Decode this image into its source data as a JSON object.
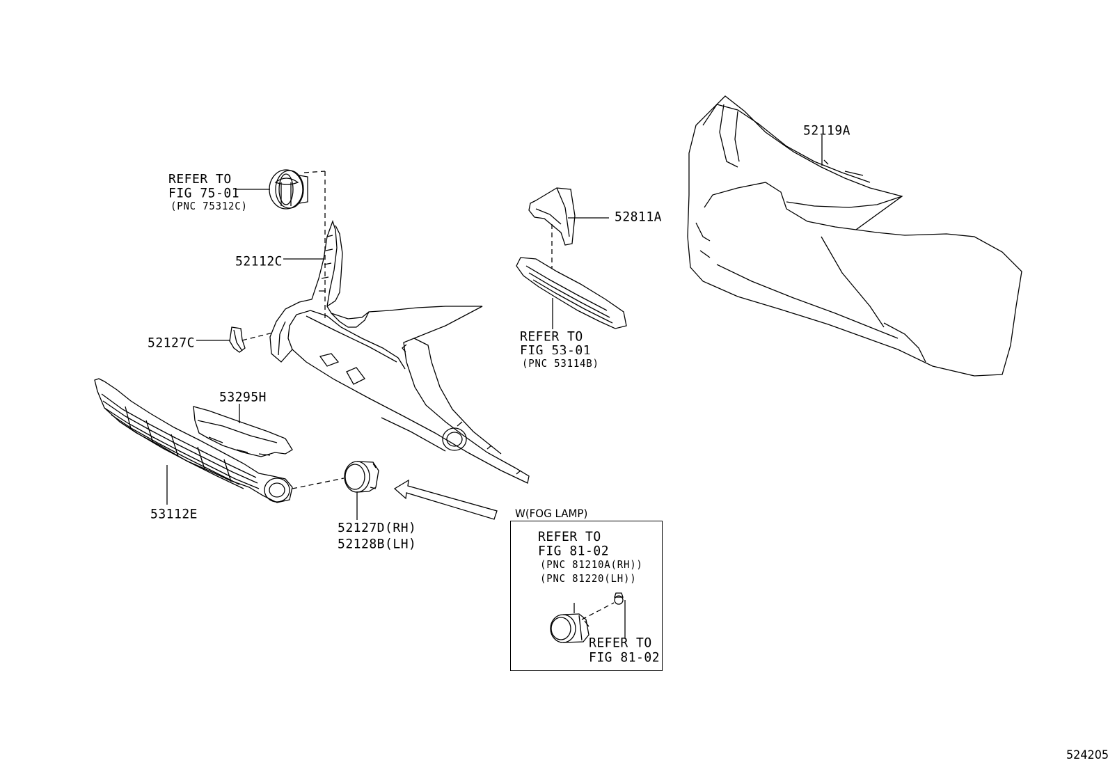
{
  "parts": {
    "p52112C": "52112C",
    "p52127C": "52127C",
    "p53295H": "53295H",
    "p53112E": "53112E",
    "p52127D": "52127D(RH)",
    "p52128B": "52128B(LH)",
    "p52811A": "52811A",
    "p52119A": "52119A"
  },
  "refs": {
    "emblem": {
      "l1": "REFER TO",
      "l2": "FIG 75-01",
      "l3": "(PNC 75312C)"
    },
    "grille": {
      "l1": "REFER TO",
      "l2": "FIG 53-01",
      "l3": "(PNC 53114B)"
    },
    "fog": {
      "l1": "REFER TO",
      "l2": "FIG 81-02",
      "l3": "(PNC 81210A(RH))",
      "l4": "(PNC 81220(LH))"
    },
    "screw": {
      "l1": "REFER TO",
      "l2": "FIG 81-02"
    }
  },
  "box_title": "W(FOG LAMP)",
  "diagram_id": "524205"
}
